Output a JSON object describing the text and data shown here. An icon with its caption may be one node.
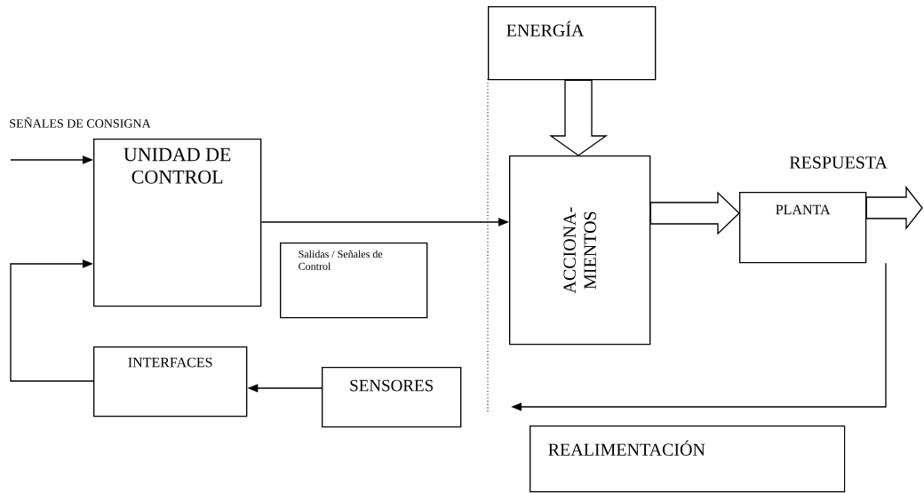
{
  "diagram": {
    "nodes": [
      {
        "text": [
          "UNIDAD DE CONTROL"
        ]
      },
      {
        "text": [
          "Salidas / Señales de Control"
        ]
      },
      {
        "text": [
          "INTERFACES"
        ]
      },
      {
        "text": [
          "SENSORES"
        ]
      },
      {
        "text": [
          "ENERGÍA"
        ]
      },
      {
        "text": [
          "ACCIONA- MIENTOS"
        ]
      },
      {
        "text": [
          "PLANTA"
        ]
      },
      {
        "text": [
          "REALIMENTACIÓN"
        ]
      }
    ],
    "edges": [
      {
        "from": null,
        "to": 0,
        "arrow": "to"
      },
      {
        "from": 2,
        "to": 0,
        "arrow": "to"
      },
      {
        "from": 0,
        "to": 5,
        "arrow": "to"
      },
      {
        "from": 3,
        "to": 2,
        "arrow": "to"
      },
      {
        "from": 4,
        "to": 5,
        "arrow": "to",
        "style": "thick"
      },
      {
        "from": 5,
        "to": 6,
        "arrow": "to",
        "style": "thick"
      },
      {
        "from": 6,
        "to": null,
        "arrow": "to",
        "style": "thick"
      },
      {
        "from": 6,
        "to": null,
        "arrow": "to"
      }
    ],
    "labels": [
      "SEÑALES DE CONSIGNA",
      "RESPUESTA"
    ]
  }
}
